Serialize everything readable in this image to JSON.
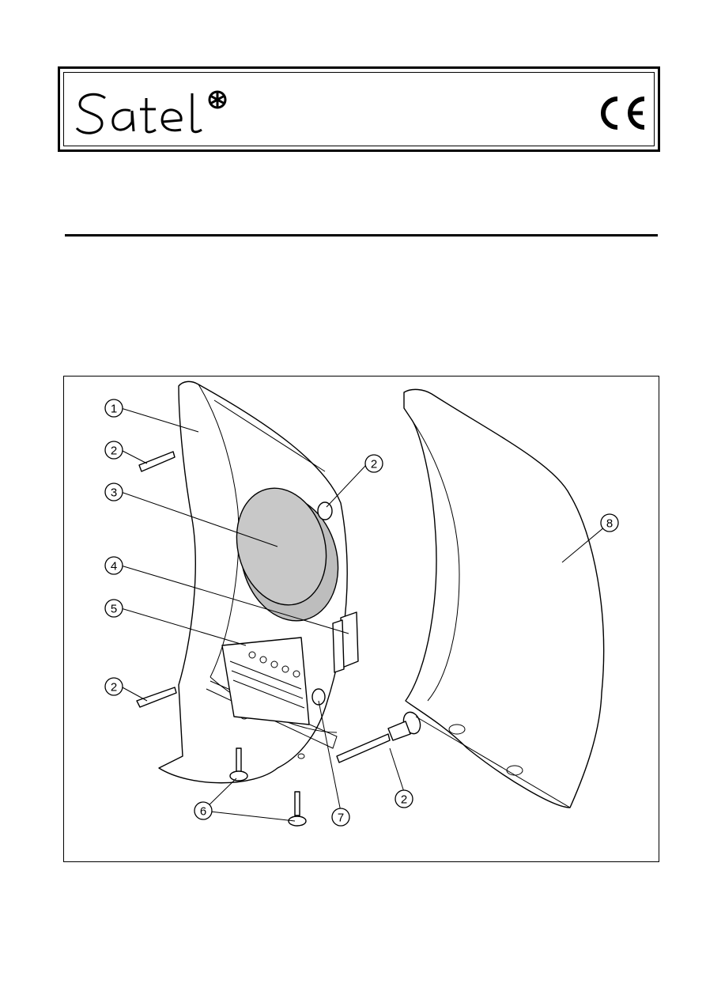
{
  "header": {
    "logo_text": "Satel",
    "cert_mark": "CE"
  },
  "figure": {
    "callouts": [
      {
        "number": "1"
      },
      {
        "number": "2"
      },
      {
        "number": "3"
      },
      {
        "number": "4"
      },
      {
        "number": "5"
      },
      {
        "number": "2"
      },
      {
        "number": "2"
      },
      {
        "number": "2"
      },
      {
        "number": "6"
      },
      {
        "number": "7"
      },
      {
        "number": "8"
      }
    ]
  }
}
